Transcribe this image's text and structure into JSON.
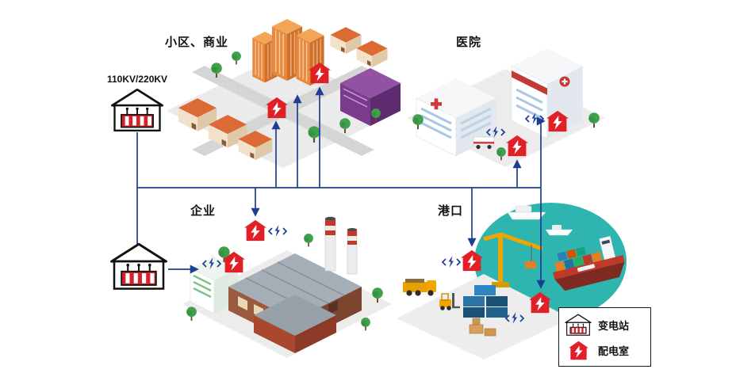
{
  "labels": {
    "residential": "小区、商业",
    "hospital": "医院",
    "enterprise": "企业",
    "port": "港口",
    "voltage": "110KV/220KV"
  },
  "legend": {
    "substation": "变电站",
    "distribution": "配电室"
  },
  "icons": {
    "substation": "substation-transformer-house-icon",
    "distribution_room": "distribution-room-lightning-icon",
    "power_flow": "power-flow-lightning-arrows-icon"
  },
  "colors": {
    "power_line": "#1d3f93",
    "distribution_red": "#e01f26",
    "harbor_water": "#2fb5af"
  }
}
